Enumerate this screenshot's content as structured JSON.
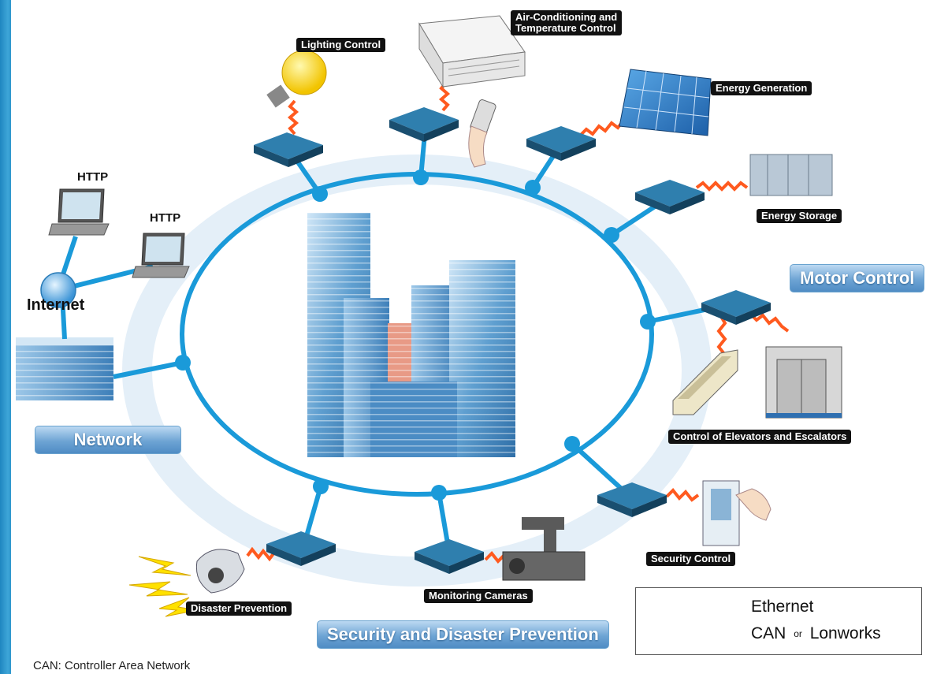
{
  "labels": {
    "lighting": "Lighting Control",
    "aircon": "Air-Conditioning and\nTemperature Control",
    "energy_generation": "Energy Generation",
    "energy_storage": "Energy Storage",
    "motor_control": "Motor Control",
    "elevators": "Control of Elevators and Escalators",
    "security_control": "Security Control",
    "monitoring_cameras": "Monitoring Cameras",
    "disaster_prevention": "Disaster Prevention",
    "security_category": "Security and Disaster Prevention",
    "network": "Network",
    "internet": "Internet",
    "http_1": "HTTP",
    "http_2": "HTTP"
  },
  "legend": {
    "ethernet": "Ethernet",
    "can": "CAN",
    "or": "or",
    "lonworks": "Lonworks"
  },
  "footnote": "CAN: Controller Area Network",
  "colors": {
    "ethernet": "#1a9ad9",
    "can": "#ff5a1f",
    "node": "#1f5f86",
    "category_bg": "#6ea4d4"
  }
}
